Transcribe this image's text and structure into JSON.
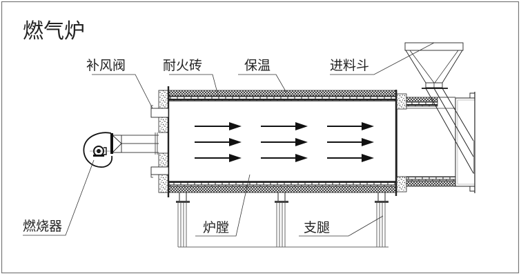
{
  "title": "燃气炉",
  "labels": {
    "make_up_air_valve": "补风阀",
    "refractory_brick": "耐火砖",
    "insulation": "保温",
    "feed_hopper": "进料斗",
    "burner": "燃烧器",
    "furnace_chamber": "炉膛",
    "support_legs": "支腿"
  },
  "flow": {
    "direction": "right",
    "rows": 3,
    "columns": 3
  },
  "colors": {
    "line": "#222222",
    "frame": "#777777",
    "leader": "#333333"
  }
}
